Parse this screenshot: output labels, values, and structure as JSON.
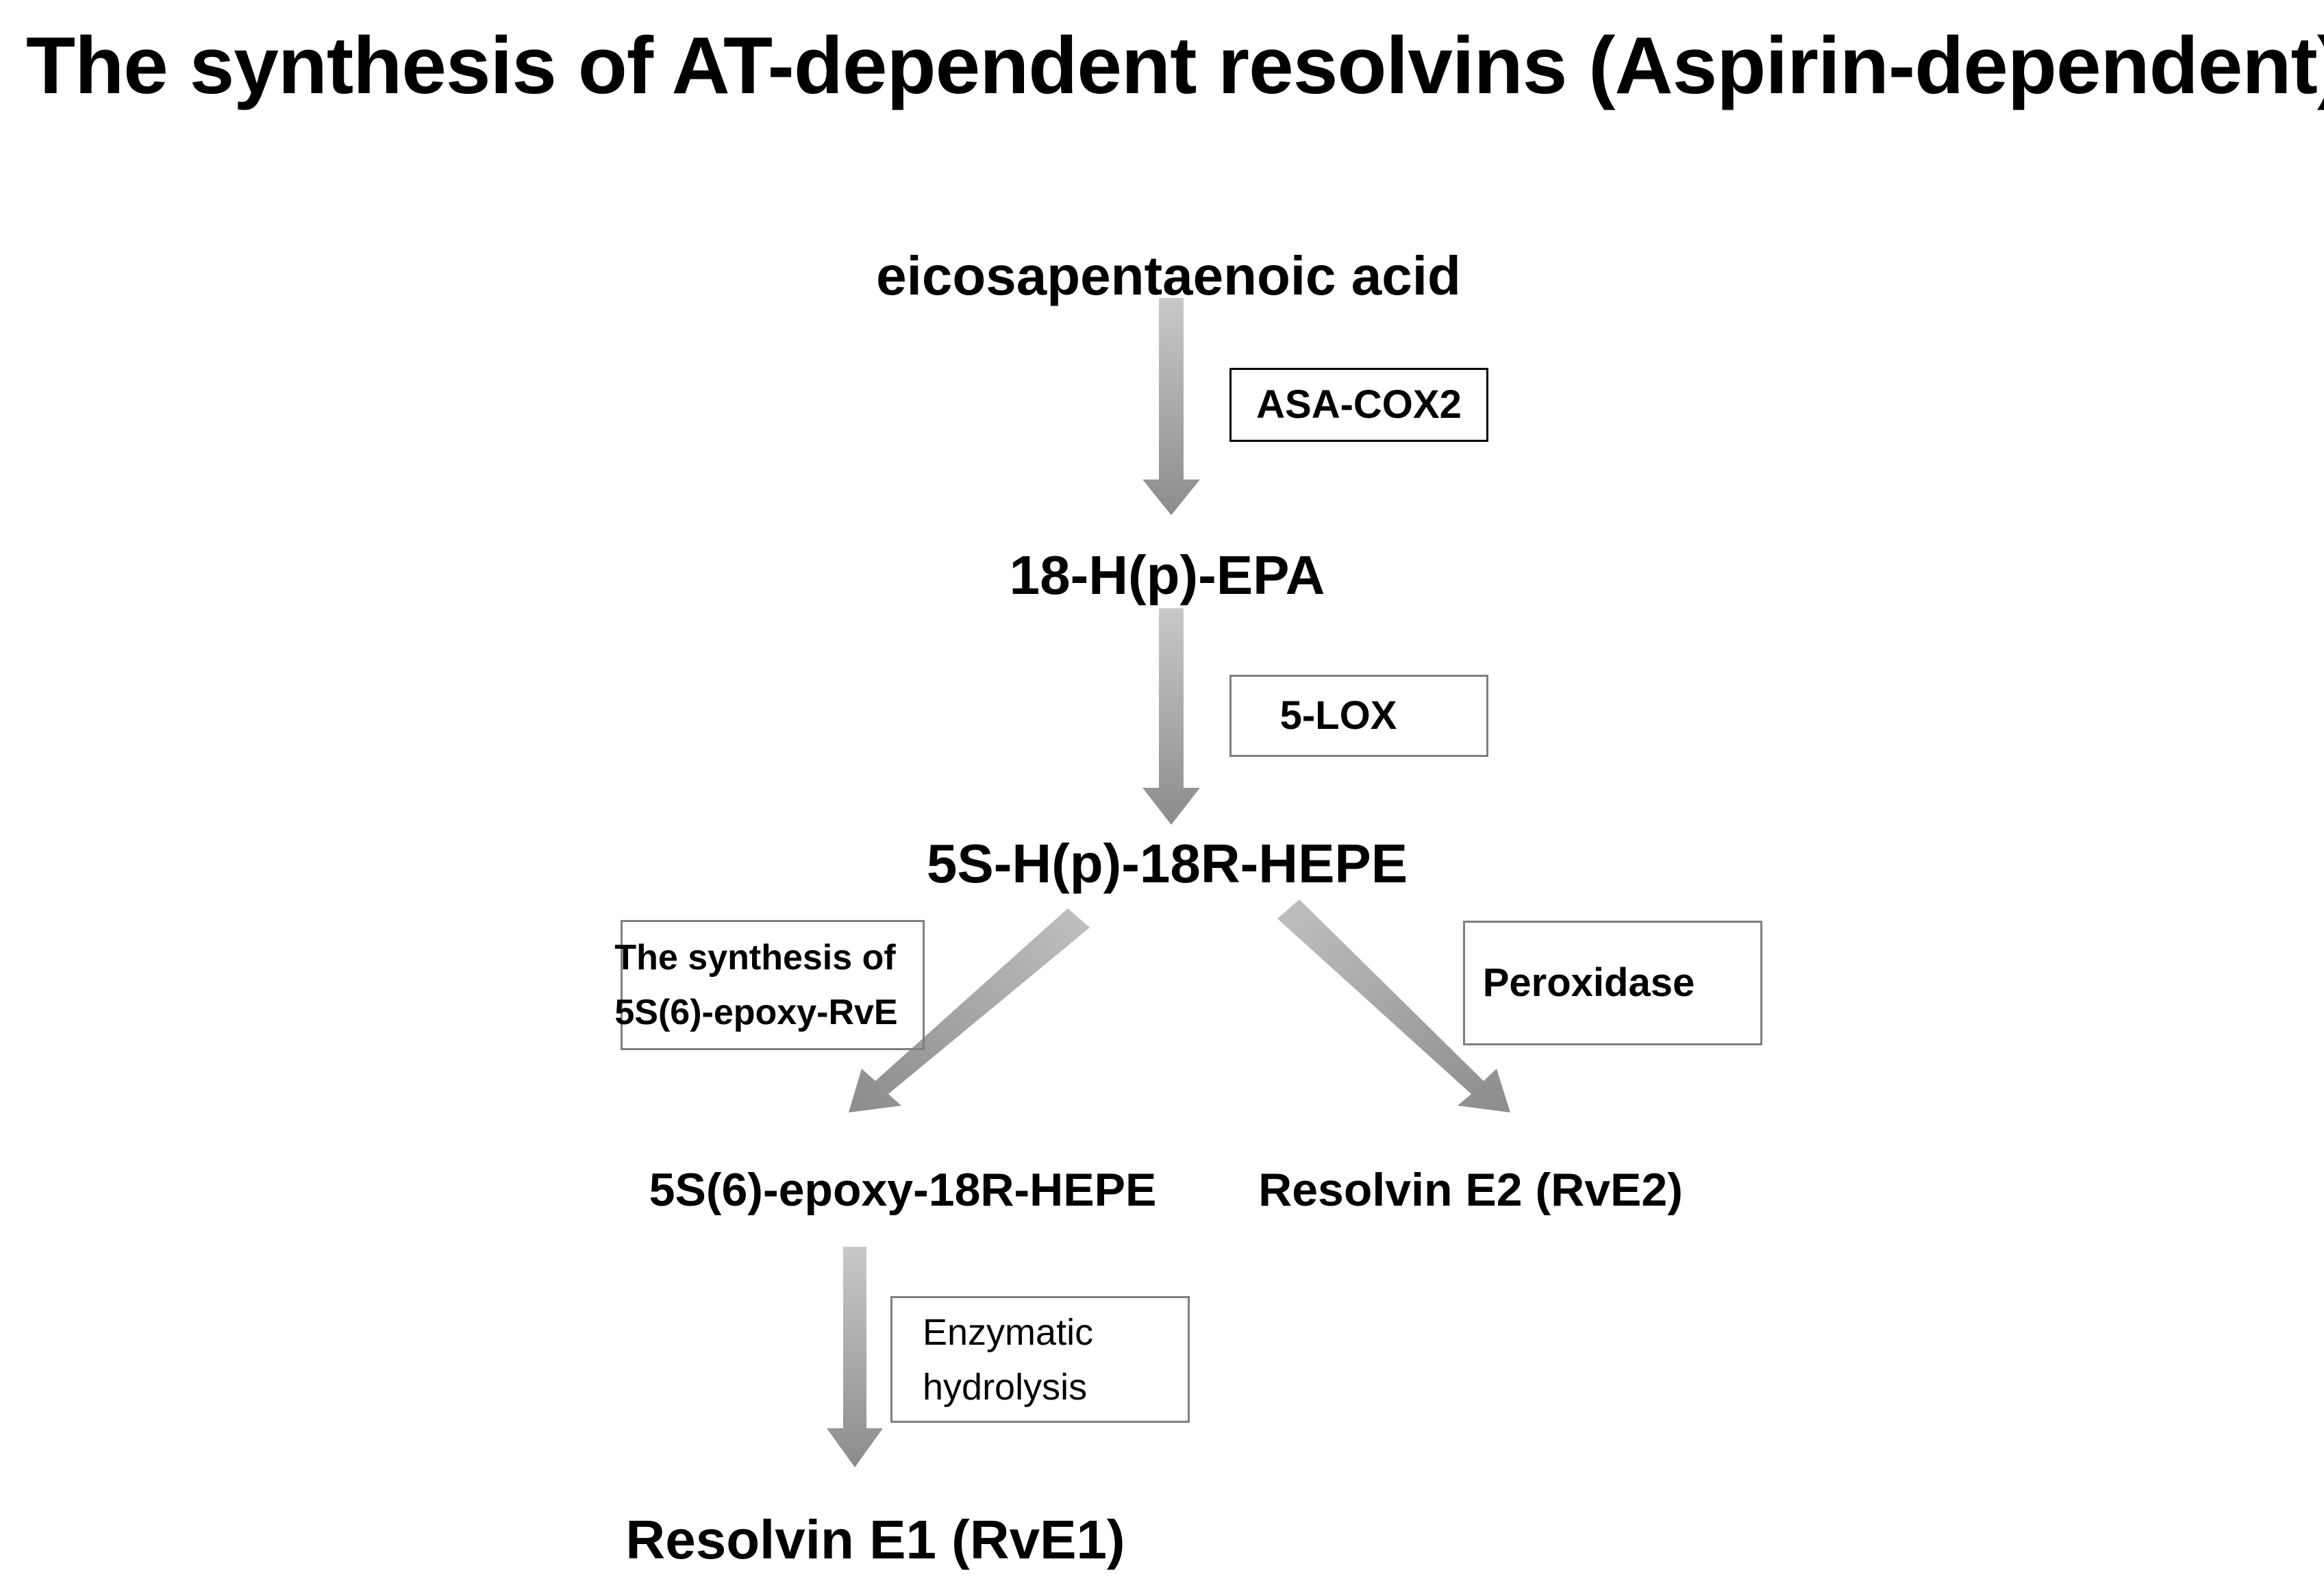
{
  "title": "The synthesis of AT-dependent resolvins (Aspirin-dependent)",
  "nodes": {
    "epa": "eicosapentaenoic acid",
    "hpepa": "18-H(p)-EPA",
    "hphepe": "5S-H(p)-18R-HEPE",
    "epoxy": "5S(6)-epoxy-18R-HEPE",
    "rve2": "Resolvin E2 (RvE2)",
    "rve1": "Resolvin E1 (RvE1)"
  },
  "enzymes": {
    "asa_cox2": "ASA-COX2",
    "lox5": "5-LOX",
    "epoxy_synthesis_line1": "The synthesis  of",
    "epoxy_synthesis_line2": "5S(6)-epoxy-RvE",
    "peroxidase": "Peroxidase",
    "enzymatic_line1": "Enzymatic",
    "enzymatic_line2": "hydrolysis"
  },
  "colors": {
    "arrow_light": "#c8c8c8",
    "arrow_dark": "#8c8c8c",
    "box_border": "#000000",
    "box_border_gray": "#7f7f7f"
  }
}
